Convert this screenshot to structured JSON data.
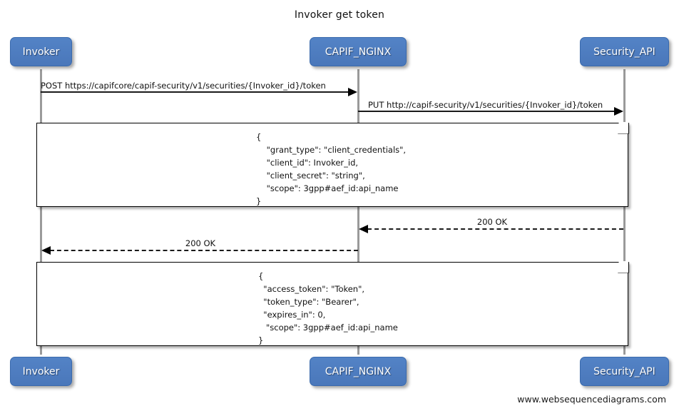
{
  "diagram": {
    "title": "Invoker get token",
    "type": "sequence-diagram",
    "watermark": "www.websequencediagrams.com",
    "colors": {
      "participant_fill": "#4f7ec0",
      "participant_text": "#ffffff",
      "lifeline": "#9a9a9a",
      "arrow": "#000000",
      "note_border": "#000000",
      "note_fill": "#ffffff",
      "background": "#ffffff"
    }
  },
  "participants": [
    {
      "id": "invoker",
      "label": "Invoker"
    },
    {
      "id": "capif_nginx",
      "label": "CAPIF_NGINX"
    },
    {
      "id": "security_api",
      "label": "Security_API"
    }
  ],
  "messages": [
    {
      "index": 1,
      "label": "POST https://capifcore/capif-security/v1/securities/{Invoker_id}/token",
      "from": "invoker",
      "to": "capif_nginx",
      "style": "solid",
      "direction": "right"
    },
    {
      "index": 2,
      "label": "PUT http://capif-security/v1/securities/{Invoker_id}/token",
      "from": "capif_nginx",
      "to": "security_api",
      "style": "solid",
      "direction": "right"
    },
    {
      "index": 3,
      "label": "200 OK",
      "from": "security_api",
      "to": "capif_nginx",
      "style": "dashed",
      "direction": "left"
    },
    {
      "index": 4,
      "label": "200 OK",
      "from": "capif_nginx",
      "to": "invoker",
      "style": "dashed",
      "direction": "left"
    }
  ],
  "notes": [
    {
      "index": 1,
      "spans": [
        "invoker",
        "security_api"
      ],
      "text": "{\n    \"grant_type\": \"client_credentials\",\n    \"client_id\": Invoker_id,\n    \"client_secret\": \"string\",\n    \"scope\": 3gpp#aef_id:api_name\n}"
    },
    {
      "index": 2,
      "spans": [
        "invoker",
        "security_api"
      ],
      "text": "{\n  \"access_token\": \"Token\",\n  \"token_type\": \"Bearer\",\n  \"expires_in\": 0,\n   \"scope\": 3gpp#aef_id:api_name\n}"
    }
  ],
  "footer": {
    "credit": "www.websequencediagrams.com"
  }
}
